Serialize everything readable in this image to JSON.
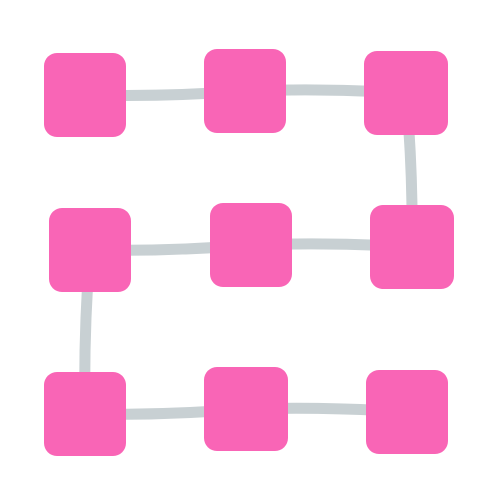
{
  "diagram": {
    "style": "hand-drawn path of pink square nodes joined by gray links",
    "colors": {
      "background": "#ffffff",
      "node_fill": "#f965b6",
      "link_stroke": "#c8d0d3"
    },
    "grid": {
      "rows": 3,
      "columns": 3
    },
    "nodes": [
      {
        "id": "r1c1",
        "row": 1,
        "col": 1
      },
      {
        "id": "r1c2",
        "row": 1,
        "col": 2
      },
      {
        "id": "r1c3",
        "row": 1,
        "col": 3
      },
      {
        "id": "r2c1",
        "row": 2,
        "col": 1
      },
      {
        "id": "r2c2",
        "row": 2,
        "col": 2
      },
      {
        "id": "r2c3",
        "row": 2,
        "col": 3
      },
      {
        "id": "r3c1",
        "row": 3,
        "col": 1
      },
      {
        "id": "r3c2",
        "row": 3,
        "col": 2
      },
      {
        "id": "r3c3",
        "row": 3,
        "col": 3
      }
    ],
    "links": [
      {
        "from": "r1c1",
        "to": "r1c2"
      },
      {
        "from": "r1c2",
        "to": "r1c3"
      },
      {
        "from": "r1c3",
        "to": "r2c3"
      },
      {
        "from": "r2c3",
        "to": "r2c2"
      },
      {
        "from": "r2c2",
        "to": "r2c1"
      },
      {
        "from": "r2c1",
        "to": "r3c1"
      },
      {
        "from": "r3c1",
        "to": "r3c2"
      },
      {
        "from": "r3c2",
        "to": "r3c3"
      }
    ]
  }
}
